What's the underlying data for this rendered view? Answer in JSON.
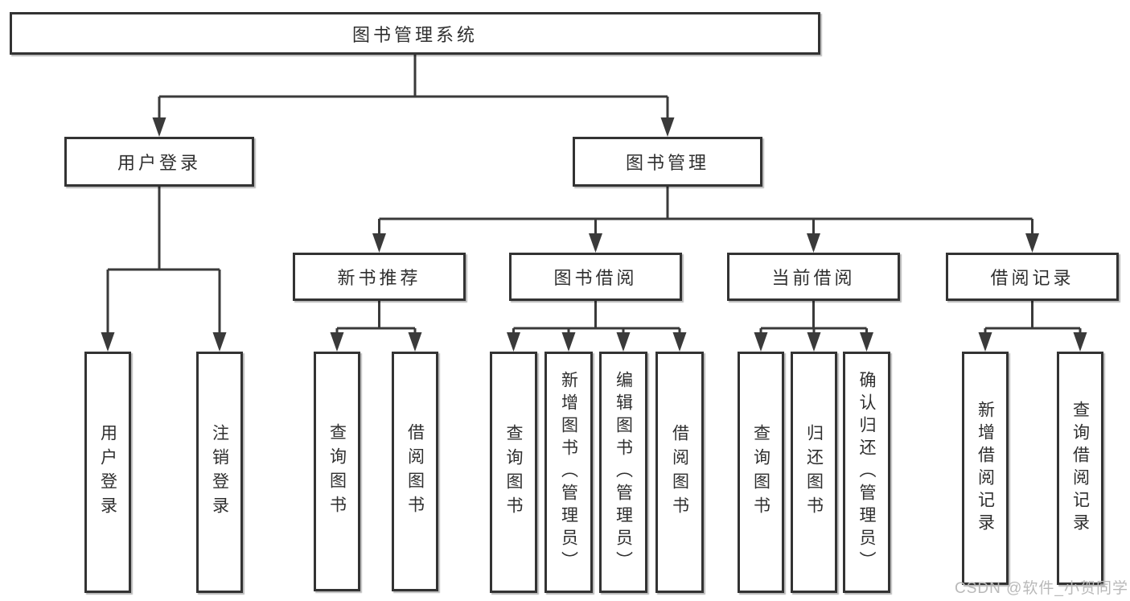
{
  "diagram_title": "图书管理系统",
  "tree": {
    "label": "图书管理系统",
    "children": [
      {
        "label": "用户登录",
        "children": [
          {
            "label": "用户登录"
          },
          {
            "label": "注销登录"
          }
        ]
      },
      {
        "label": "图书管理",
        "children": [
          {
            "label": "新书推荐",
            "children": [
              {
                "label": "查询图书"
              },
              {
                "label": "借阅图书"
              }
            ]
          },
          {
            "label": "图书借阅",
            "children": [
              {
                "label": "查询图书"
              },
              {
                "label": "新增图书（管理员）"
              },
              {
                "label": "编辑图书（管理员）"
              },
              {
                "label": "借阅图书"
              }
            ]
          },
          {
            "label": "当前借阅",
            "children": [
              {
                "label": "查询图书"
              },
              {
                "label": "归还图书"
              },
              {
                "label": "确认归还（管理员）"
              }
            ]
          },
          {
            "label": "借阅记录",
            "children": [
              {
                "label": "新增借阅记录"
              },
              {
                "label": "查询借阅记录"
              }
            ]
          }
        ]
      }
    ]
  },
  "watermark": "CSDN @软件_小贺同学",
  "colors": {
    "line": "#3a3a3a",
    "box_border": "#333333",
    "box_fill": "#ffffff",
    "text": "#2f2f2f",
    "watermark": "#b9b9b9"
  }
}
